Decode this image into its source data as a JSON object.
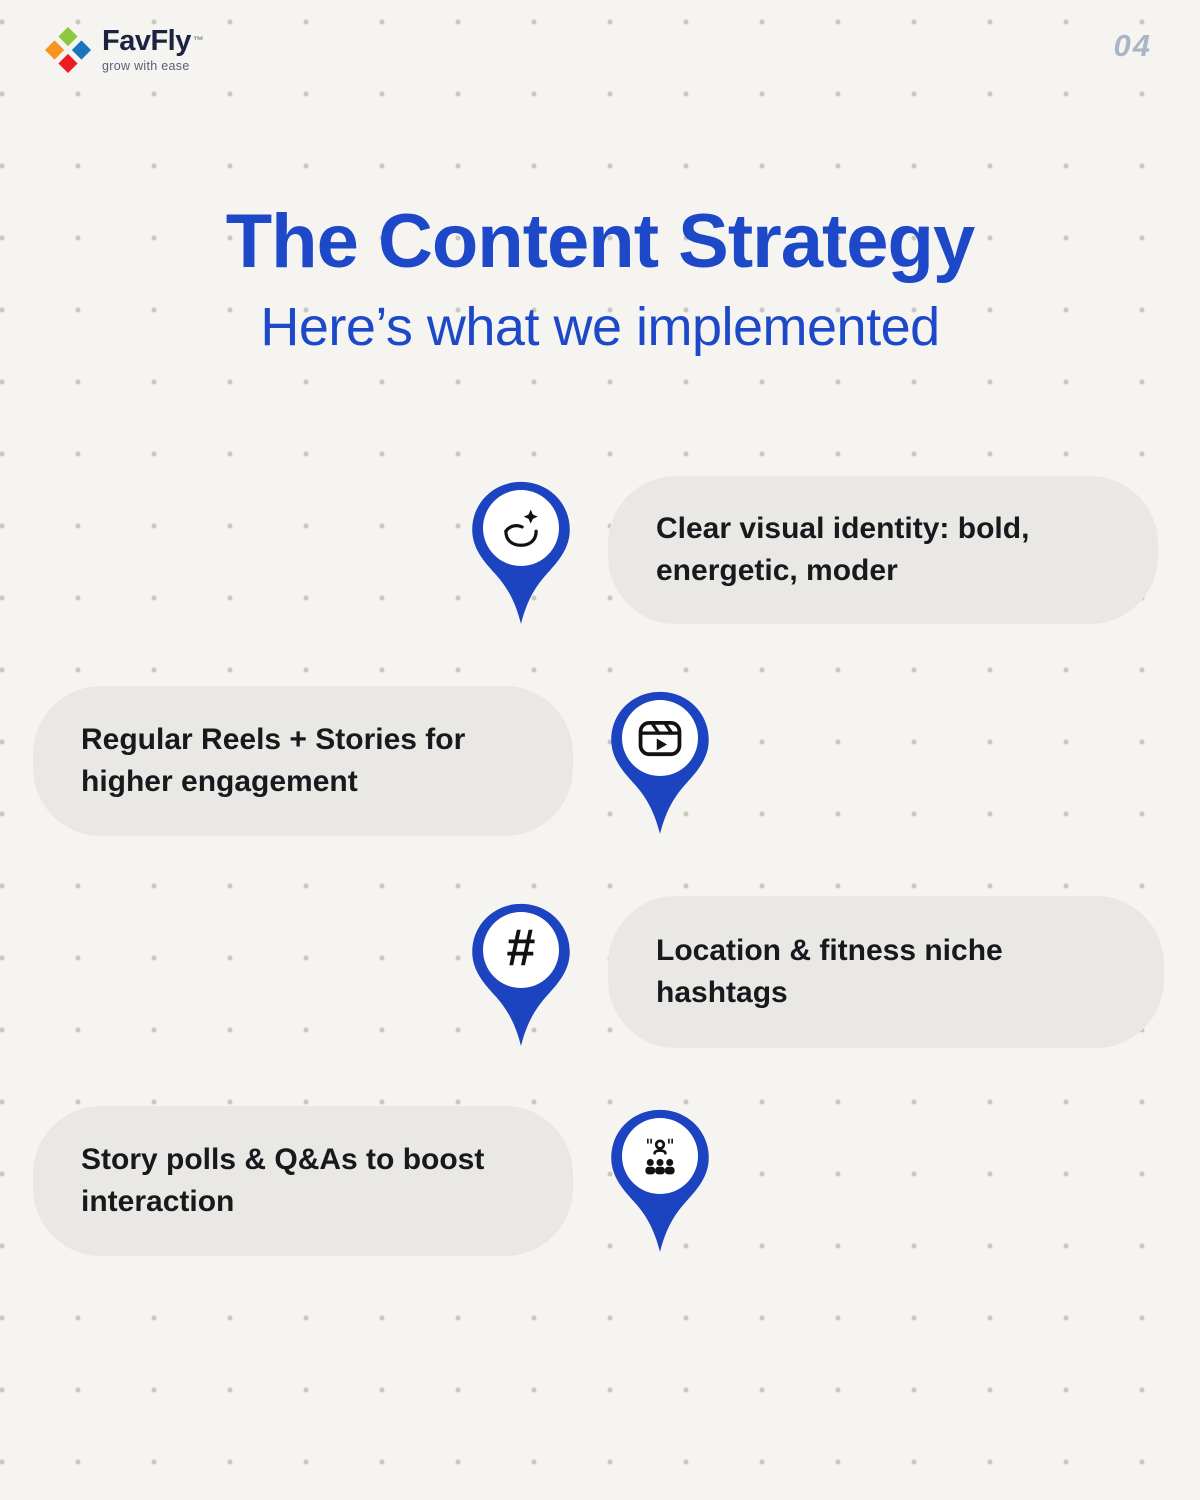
{
  "page": {
    "number": "04"
  },
  "logo": {
    "name": "FavFly",
    "tm": "™",
    "tagline": "grow with ease"
  },
  "header": {
    "title": "The Content Strategy",
    "subtitle": "Here’s what we implemented"
  },
  "items": [
    {
      "text": "Clear visual identity: bold, energetic, moder",
      "icon": "hand-identity-icon",
      "side": "right"
    },
    {
      "text": "Regular Reels + Stories for higher engagement",
      "icon": "reels-icon",
      "side": "left"
    },
    {
      "text": "Location & fitness niche hashtags",
      "icon": "hashtag-icon",
      "glyph": "#",
      "side": "right"
    },
    {
      "text": "Story polls & Q&As to boost interaction",
      "icon": "audience-icon",
      "side": "left"
    }
  ],
  "colors": {
    "accent_blue": "#1d49c9",
    "pin_blue": "#1c43c0",
    "bubble_gray": "#e9e8e5",
    "page_bg": "#f5f4f1",
    "text_dark": "#17191c",
    "page_number": "#a9b6c6",
    "logo_orange": "#f7941d",
    "logo_green": "#8dc63f",
    "logo_blue": "#1b75bc",
    "logo_red": "#ed1c24"
  }
}
